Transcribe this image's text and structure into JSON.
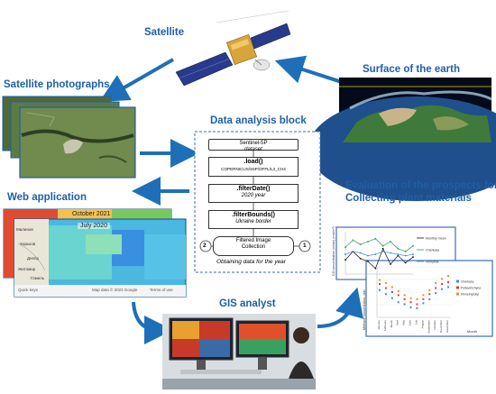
{
  "labels": {
    "satellite": "Satellite",
    "surface": "Surface of the earth",
    "satellite_photos": "Satellite photographs",
    "analysis_block": "Data analysis block",
    "evaluation_line1": "Evaluation of the prospects for",
    "evaluation_line2": "Collecting  plant materials",
    "web_app": "Web application",
    "gis": "GIS analyst"
  },
  "flowchart": {
    "step1_title": "Sentinel-5P",
    "step1_sub": "dataset",
    "step2_title": ".load()",
    "step2_sub": "COPERNICUS/S5P/OFFL/L3_CH4",
    "step3_title": ".filterDate()",
    "step3_sub": "2020 year",
    "step4_title": ".filterBounds()",
    "step4_sub": "Ukraine border",
    "step5_line1": "Filtered Image",
    "step5_line2": "Collection",
    "caption": "Obtaining data for the year",
    "left_num": "2",
    "right_num": "1"
  },
  "webapp": {
    "back_title": "October 2021",
    "front_title": "July  2020",
    "city_labels": [
      "Малинов",
      "Харьков",
      "Днепр",
      "Житомир",
      "Гомель"
    ],
    "footer_left": "Quick keys",
    "footer_mid": "Map data © 2023 Google",
    "footer_right": "Terms of use"
  },
  "chart_data": [
    {
      "type": "line",
      "ylabel": "CO concentration (mean) (mol/m²)",
      "series": [
        {
          "name": "Monthly mean",
          "values": [
            0.03,
            0.036,
            0.031,
            0.029,
            0.024,
            0.038,
            0.027,
            0.033,
            0.028,
            0.032
          ]
        },
        {
          "name": "Cherkasy",
          "values": [
            0.039,
            0.044,
            0.041,
            0.043,
            0.045,
            0.04,
            0.043,
            0.038,
            0.036,
            0.04
          ]
        },
        {
          "name": "Vinnytsia",
          "values": [
            0.034,
            0.036,
            0.035,
            0.033,
            0.034,
            0.036,
            0.035,
            0.034,
            0.033,
            0.034
          ]
        }
      ],
      "ylim": [
        0.02,
        0.05
      ]
    },
    {
      "type": "scatter",
      "ylabel": "Methane concentration, ppb",
      "xlabel": "Month",
      "categories": [
        "January",
        "February",
        "March",
        "April",
        "May",
        "June",
        "July",
        "August",
        "September",
        "October",
        "November",
        "December"
      ],
      "series": [
        {
          "name": "Cherkasy",
          "values": [
            1902,
            1898,
            1894,
            1890,
            1888,
            1885,
            1884,
            1889,
            1893,
            1899,
            1903,
            1905
          ]
        },
        {
          "name": "Poltavshchyna",
          "values": [
            1908,
            1904,
            1900,
            1897,
            1893,
            1890,
            1888,
            1893,
            1898,
            1904,
            1908,
            1910
          ]
        },
        {
          "name": "Khmelnytskyi",
          "values": [
            1912,
            1909,
            1905,
            1901,
            1897,
            1894,
            1893,
            1897,
            1902,
            1909,
            1913,
            1916
          ]
        }
      ],
      "ylim": [
        1875,
        1925
      ]
    }
  ],
  "colors": {
    "label": "#1f5fa8",
    "arrow": "#1f6fb8"
  }
}
